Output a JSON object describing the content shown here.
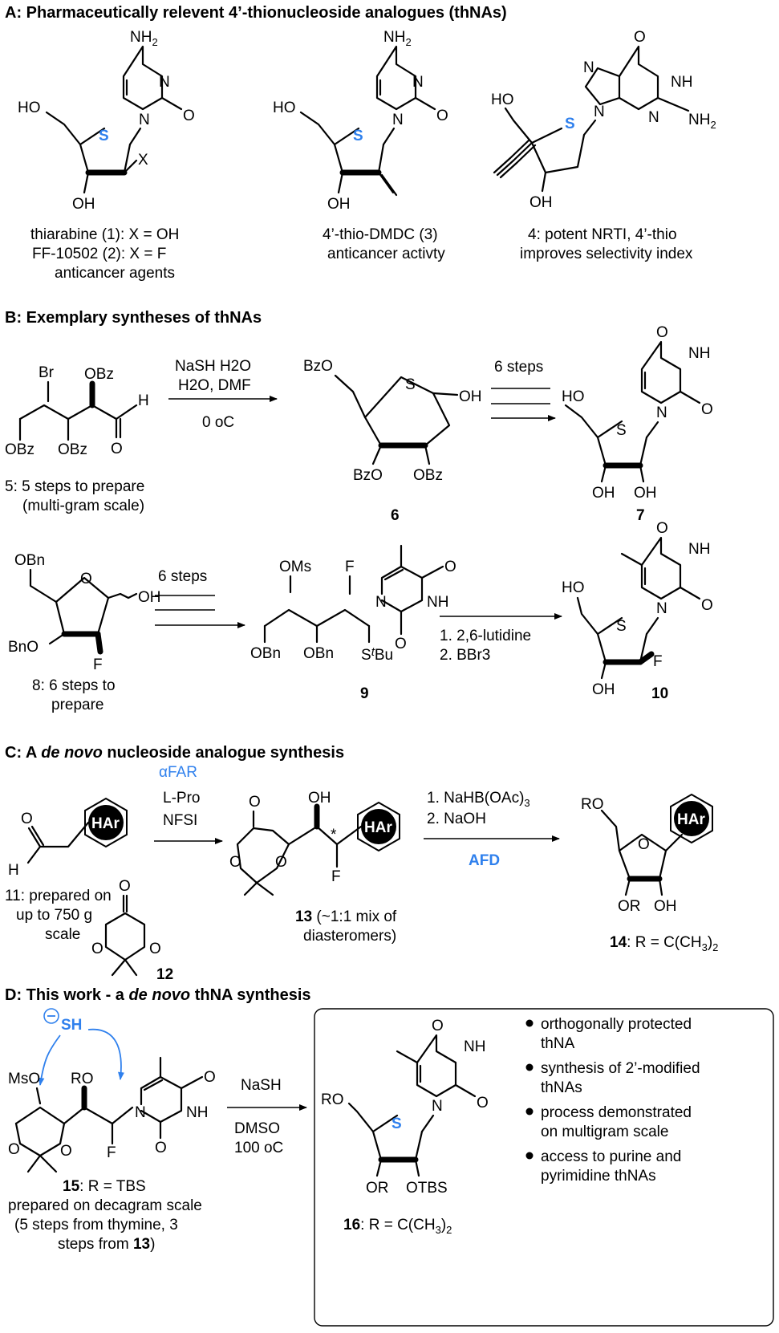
{
  "panel_a": {
    "title": "A: Pharmaceutically relevent 4’-thionucleoside analogues (thNAs)",
    "c1": {
      "line1": "thiarabine (1): X = OH",
      "line2": "FF-10502 (2): X = F",
      "line3": "anticancer agents"
    },
    "c2": {
      "line1": "4’-thio-DMDC (3)",
      "line2": "anticancer activty"
    },
    "c3": {
      "line1": "4: potent NRTI, 4’-thio",
      "line2": "improves selectivity index"
    }
  },
  "panel_b": {
    "title": "B: Exemplary syntheses of thNAs",
    "r1_cond1": "NaSH H2O",
    "r1_cond2": "H2O, DMF",
    "r1_cond3": "0 oC",
    "r1_steps": "6 steps",
    "c5_line1": "5: 5 steps to prepare",
    "c5_line2": "(multi-gram scale)",
    "c6": "6",
    "c7": "7",
    "r2_steps": "6 steps",
    "r2_cond1": "1. 2,6-lutidine",
    "r2_cond2": "2. BBr3",
    "c8_line1": "8: 6 steps to",
    "c8_line2": "prepare",
    "c9": "9",
    "c10": "10"
  },
  "panel_c": {
    "title": "C: A de novo nucleoside analogue synthesis",
    "cond_afar": "αFAR",
    "cond_lpro": "L-Pro",
    "cond_nfsi": "NFSI",
    "cond_2a": "1. NaHB(OAc)3",
    "cond_2b": "2. NaOH",
    "cond_afd": "AFD",
    "c11_line1": "11: prepared on",
    "c11_line2": "up to 750 g",
    "c11_line3": "scale",
    "c12": "12",
    "c13_line1": "13 (~1:1 mix of",
    "c13_line2": "diasteromers)",
    "c14": "14: R = C(CH3)2",
    "har": "HAr"
  },
  "panel_d": {
    "title": "D: This work - a de novo thNA synthesis",
    "cond1": "NaSH",
    "cond2": "DMSO",
    "cond3": "100 oC",
    "c15_line1": "15: R = TBS",
    "c15_line2": "prepared on decagram scale",
    "c15_line3": "(5 steps from thymine, 3",
    "c15_line4": "steps from 13)",
    "c16": "16: R = C(CH3)2",
    "bullets": [
      [
        "orthogonally protected",
        "thNA"
      ],
      [
        "synthesis of 2’-modified",
        "thNAs"
      ],
      [
        "process demonstrated",
        "on multigram scale"
      ],
      [
        "access to purine and",
        "pyrimidine thNAs"
      ]
    ]
  },
  "colors": {
    "accent": "#2f80ed",
    "ink": "#000000"
  }
}
